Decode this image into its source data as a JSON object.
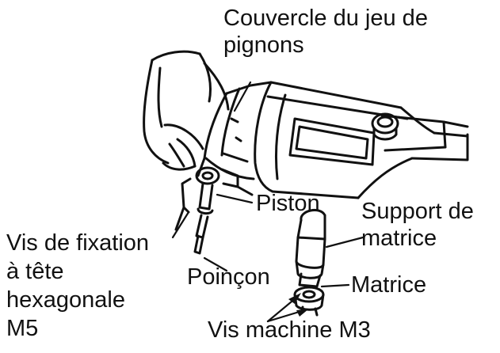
{
  "labels": {
    "gear_cover": [
      "Couvercle du jeu de",
      "pignons"
    ],
    "piston": "Piston",
    "die_holder": [
      "Support de",
      "matrice"
    ],
    "fixing_screw": [
      "Vis de fixation",
      "à tête",
      "hexagonale",
      "M5"
    ],
    "punch": "Poinçon",
    "die": "Matrice",
    "machine_screws": "Vis machine M3"
  }
}
